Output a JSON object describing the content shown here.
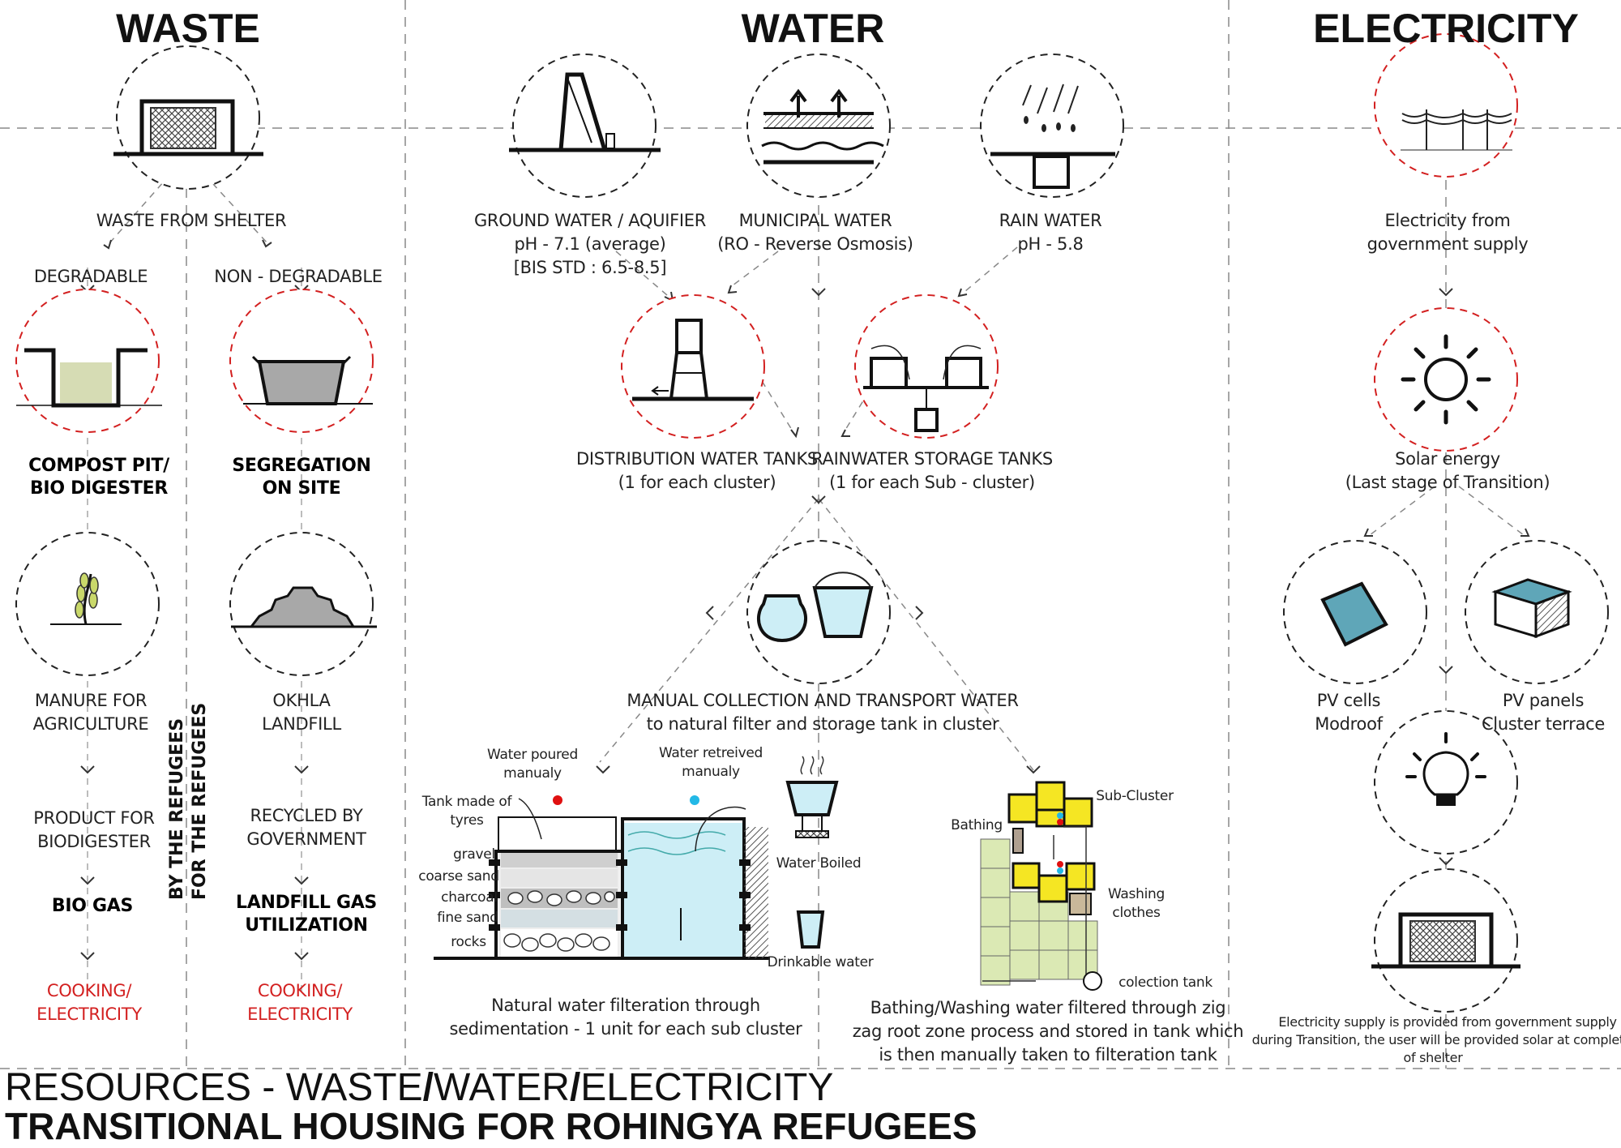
{
  "headings": {
    "waste": "WASTE",
    "water": "WATER",
    "electricity": "ELECTRICITY"
  },
  "waste": {
    "source": "WASTE FROM SHELTER",
    "degradable": "DEGRADABLE",
    "non_degradable": "NON - DEGRADABLE",
    "compost_1": "COMPOST PIT/",
    "compost_2": "BIO DIGESTER",
    "segregation_1": "SEGREGATION",
    "segregation_2": "ON SITE",
    "manure_1": "MANURE FOR",
    "manure_2": "AGRICULTURE",
    "okhla_1": "OKHLA",
    "okhla_2": "LANDFILL",
    "product_1": "PRODUCT FOR",
    "product_2": "BIODIGESTER",
    "recycled_1": "RECYCLED BY",
    "recycled_2": "GOVERNMENT",
    "biogas": "BIO GAS",
    "landfill_gas_1": "LANDFILL GAS",
    "landfill_gas_2": "UTILIZATION",
    "cooking_left_1": "COOKING/",
    "cooking_left_2": "ELECTRICITY",
    "cooking_right_1": "COOKING/",
    "cooking_right_2": "ELECTRICITY",
    "by_refugees": "BY THE REFUGEES",
    "for_refugees": "FOR THE REFUGEES"
  },
  "water": {
    "ground_1": "GROUND WATER / AQUIFIER",
    "ground_2": "pH - 7.1 (average)",
    "ground_3": "[BIS STD : 6.5-8.5]",
    "municipal_1": "MUNICIPAL WATER",
    "municipal_2": "(RO - Reverse Osmosis)",
    "rain_1": "RAIN WATER",
    "rain_2": "pH - 5.8",
    "distribution_1": "DISTRIBUTION WATER TANKS",
    "distribution_2": "(1 for each cluster)",
    "rainstore_1": "RAINWATER STORAGE TANKS",
    "rainstore_2": "(1 for each Sub - cluster)",
    "manual_1": "MANUAL COLLECTION AND TRANSPORT WATER",
    "manual_2": "to natural filter and storage tank in cluster",
    "poured_1": "Water poured",
    "poured_2": "manualy",
    "retrieved_1": "Water retreived",
    "retrieved_2": "manualy",
    "tank_1": "Tank made of",
    "tank_2": "tyres",
    "gravel": "gravel",
    "coarse": "coarse sand",
    "charcoal": "charcoal",
    "fine": "fine sand",
    "rocks": "rocks",
    "boiled": "Water Boiled",
    "drinkable": "Drinkable water",
    "sub_cluster": "Sub-Cluster",
    "bathing": "Bathing",
    "washing_1": "Washing",
    "washing_2": "clothes",
    "collection": "colection tank",
    "filtration_1": "Natural water filteration through",
    "filtration_2": "sedimentation - 1 unit for each sub cluster",
    "bathwash_1": "Bathing/Washing water filtered through zig",
    "bathwash_2": "zag root zone process and stored in tank which",
    "bathwash_3": "is then manually taken to filteration tank"
  },
  "electricity": {
    "gov_1": "Electricity from",
    "gov_2": "government supply",
    "solar_1": "Solar energy",
    "solar_2": "(Last stage of Transition)",
    "pv_cells_1": "PV cells",
    "pv_cells_2": "Modroof",
    "pv_panels_1": "PV panels",
    "pv_panels_2": "Cluster terrace",
    "note_1": "Electricity supply is provided from government supply",
    "note_2": "during Transition, the user will be provided solar at completion",
    "note_3": "of shelter"
  },
  "footer": {
    "line1_a": "RESOURCES - WASTE",
    "line1_b": "WATER",
    "line1_c": "ELECTRICITY",
    "slash": "/",
    "line2": "TRANSITIONAL HOUSING FOR ROHINGYA REFUGEES"
  },
  "colors": {
    "red_circle": "#d32020",
    "compost": "#d6dcb4",
    "grey_fill": "#a8a8a8",
    "water": "#cdeef6",
    "pv": "#5fa6b8",
    "yellow": "#f5e623",
    "green": "#dbe9b4",
    "dot_red": "#e01010",
    "dot_cyan": "#22b8e6"
  }
}
